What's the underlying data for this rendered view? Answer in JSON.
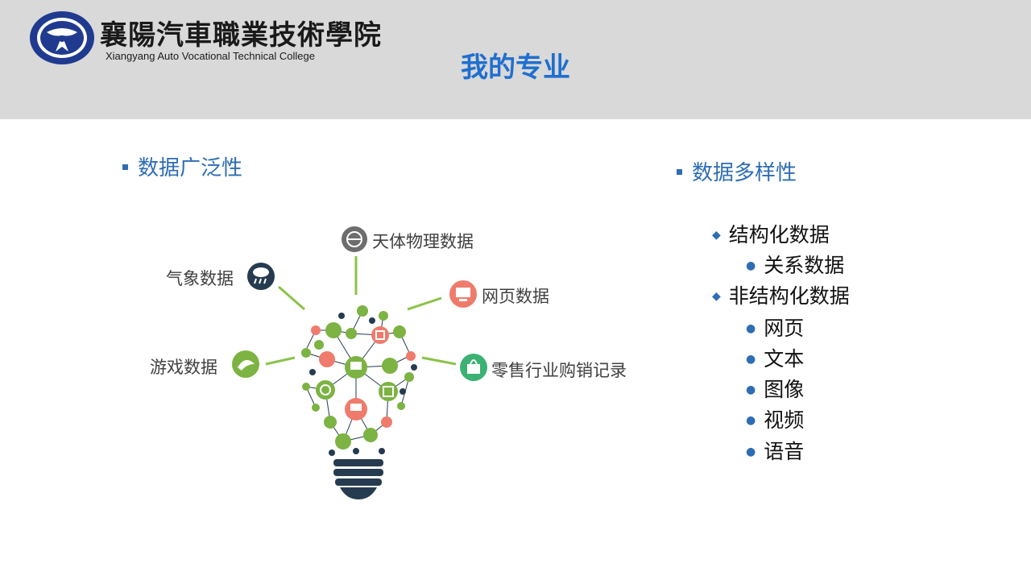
{
  "header": {
    "logo_cn": "襄陽汽車職業技術學院",
    "logo_en": "Xiangyang Auto Vocational Technical College",
    "title": "我的专业"
  },
  "left": {
    "heading": "数据广泛性",
    "labels": {
      "astro": "天体物理数据",
      "weather": "气象数据",
      "web": "网页数据",
      "game": "游戏数据",
      "retail": "零售行业购销记录"
    }
  },
  "right": {
    "heading": "数据多样性",
    "structured": "结构化数据",
    "relational": "关系数据",
    "unstructured": "非结构化数据",
    "items": [
      "网页",
      "文本",
      "图像",
      "视频",
      "语音"
    ]
  },
  "colors": {
    "accent_blue": "#2e6db4",
    "title_blue": "#1f6fcf",
    "green": "#7cb342",
    "salmon": "#ef7b6c",
    "navy": "#263b4f",
    "header_gray": "#d9d9d9"
  },
  "icons": {
    "astro": "globe-icon",
    "weather": "rain-cloud-icon",
    "web": "monitor-icon",
    "game": "game-icon",
    "retail": "shopping-bag-icon",
    "bulb": "lightbulb-network-icon"
  }
}
